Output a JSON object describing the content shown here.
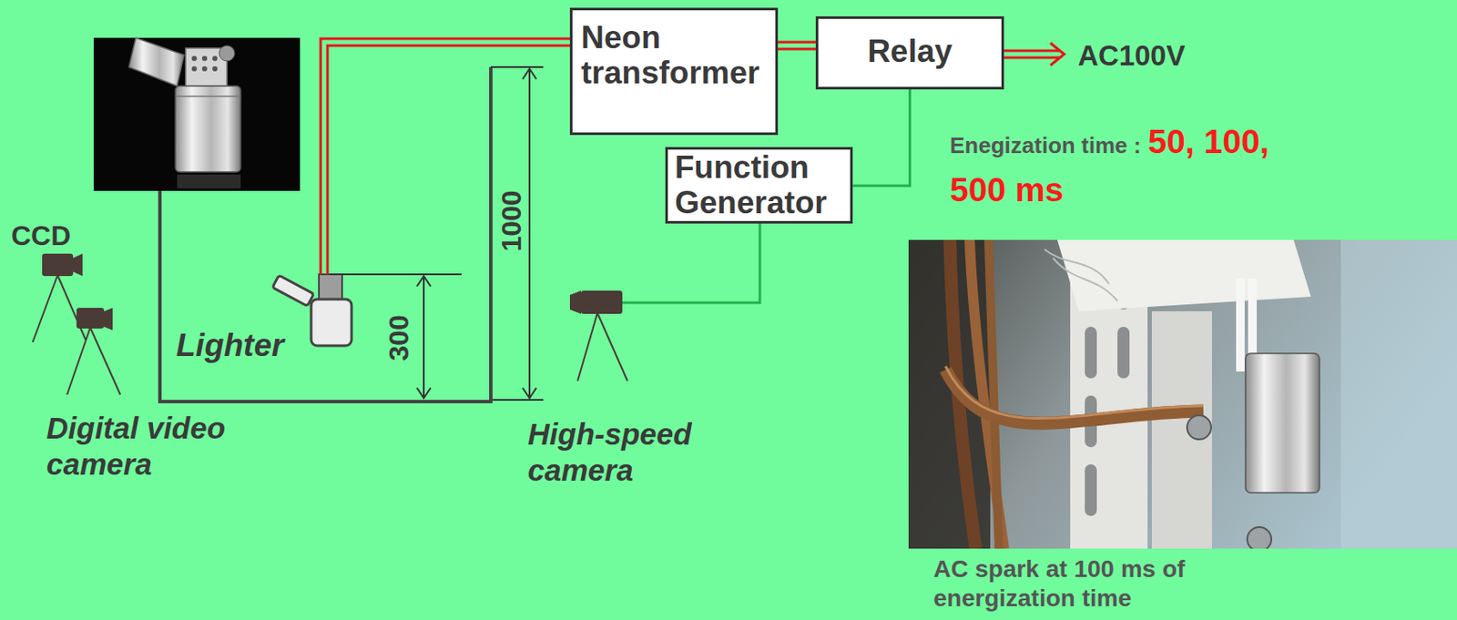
{
  "diagram": {
    "nodes": [
      {
        "text": [
          "Neon transformer"
        ]
      },
      {
        "text": [
          "Relay"
        ]
      },
      {
        "text": [
          "Function Generator"
        ]
      }
    ],
    "edges": [
      {
        "from": 0,
        "to": 1,
        "arrow": "none"
      },
      {
        "from": 2,
        "to": 1,
        "arrow": "none"
      }
    ],
    "labels": [
      "AC100V",
      "Enegization time :",
      "50, 100, 500 ms",
      "CCD",
      "Lighter",
      "300",
      "1000",
      "Digital video camera",
      "High-speed camera",
      "AC spark at 100 ms of energization time"
    ]
  }
}
